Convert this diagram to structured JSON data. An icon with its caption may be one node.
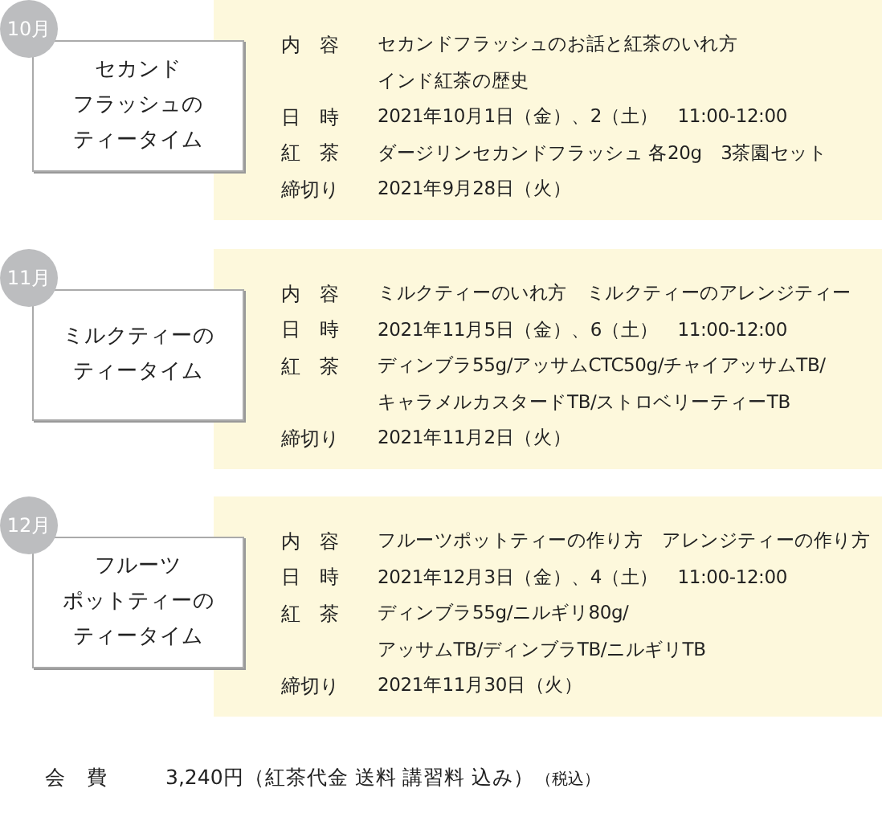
{
  "diagram": {
    "nodes": [
      {
        "text": [
          "10月"
        ]
      },
      {
        "text": [
          "セカンドフラッシュのティータイム"
        ]
      },
      {
        "text": [
          "内　容",
          "セカンドフラッシュのお話と紅茶のいれ方",
          "インド紅茶の歴史",
          "日　時",
          "2021年10月1日（金）、2（土）　11:00-12:00",
          "紅　茶",
          "ダージリンセカンドフラッシュ 各20g　3茶園セット",
          "締切り",
          "2021年9月28日（火）"
        ]
      },
      {
        "text": [
          "11月"
        ]
      },
      {
        "text": [
          "ミルクティーのティータイム"
        ]
      },
      {
        "text": [
          "内　容",
          "ミルクティーのいれ方　ミルクティーのアレンジティー",
          "日　時",
          "2021年11月5日（金）、6（土）　11:00-12:00",
          "紅　茶",
          "ディンブラ55g/アッサムCTC50g/チャイアッサムTB/キャラメルカスタードTB/ストロベリーティーTB",
          "締切り",
          "2021年11月2日（火）"
        ]
      },
      {
        "text": [
          "12月"
        ]
      },
      {
        "text": [
          "フルーツポットティーのティータイム"
        ]
      },
      {
        "text": [
          "内　容",
          "フルーツポットティーの作り方　アレンジティーの作り方",
          "日　時",
          "2021年12月3日（金）、4（土）　11:00-12:00",
          "紅　茶",
          "ディンブラ55g/ニルギリ80g/アッサムTB/ディンブラTB/ニルギリTB",
          "締切り",
          "2021年11月30日（火）"
        ]
      }
    ],
    "labels": [
      "会　費",
      "3,240円（紅茶代金 送料 講習料 込み）",
      "（税込）"
    ]
  }
}
